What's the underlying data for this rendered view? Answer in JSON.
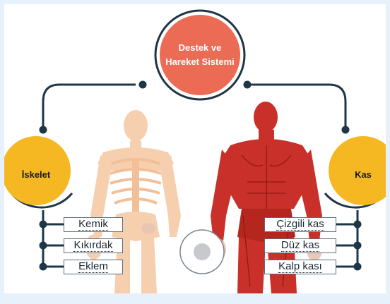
{
  "title": {
    "line1": "Destek ve",
    "line2": "Hareket Sistemi"
  },
  "left_branch": {
    "label": "İskelet",
    "items": [
      "Kemik",
      "Kıkırdak",
      "Eklem"
    ]
  },
  "right_branch": {
    "label": "Kas",
    "items": [
      "Çizgili kas",
      "Düz kas",
      "Kalp kası"
    ]
  },
  "colors": {
    "title_circle": "#ec6b55",
    "branch_circle": "#f5b822",
    "connector": "#1e3646",
    "skeleton": "#f6cfae",
    "muscle": "#c9302a",
    "page_border": "#e7f1fb"
  },
  "icons": [
    "skeleton-figure",
    "muscle-figure",
    "magnifier-icon"
  ]
}
